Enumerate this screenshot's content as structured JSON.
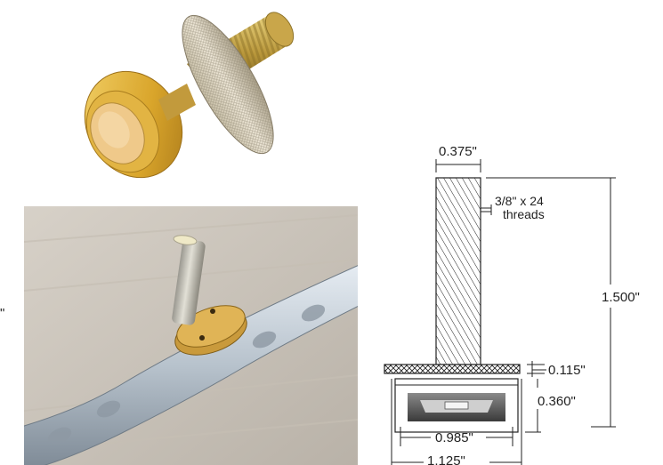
{
  "drawing": {
    "dims": {
      "shank_diameter": "0.375\"",
      "thread_spec_line1": "3/8\" x 24",
      "thread_spec_line2": "threads",
      "overall_height": "1.500\"",
      "flange_thickness": "0.115\"",
      "base_height": "0.360\"",
      "inner_diameter": "0.985\"",
      "outer_diameter": "1.125\""
    }
  },
  "left_edge": {
    "partial_text": "\""
  }
}
